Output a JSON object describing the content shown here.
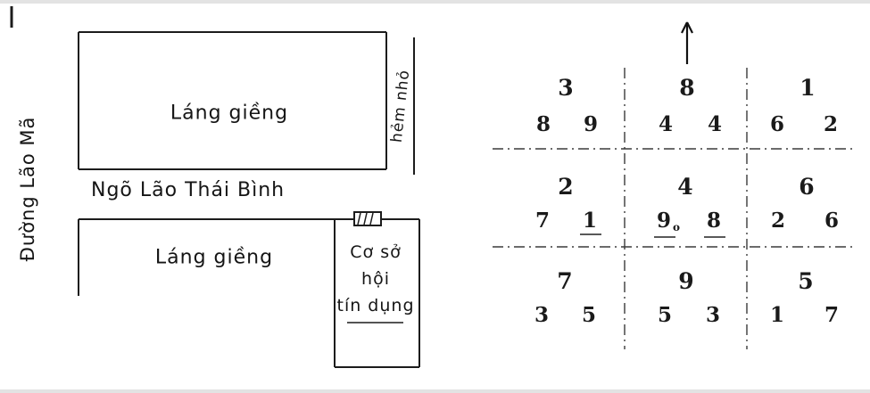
{
  "map": {
    "street_name": "Đường Lão Mã",
    "top_neighbor": "Láng giềng",
    "small_alley": "hẻm nhỏ",
    "main_alley": "Ngõ Lão Thái Bình",
    "bottom_neighbor": "Láng giềng",
    "credit_facility": {
      "line1": "Cơ sở",
      "line2": "hội",
      "line3": "tín dụng"
    }
  },
  "chart_data": {
    "type": "table",
    "title": "",
    "description": "3x3 flying-star grid, each cell: one main number above a pair of numbers, dash-dot dividers, north arrow above center column",
    "orientation_arrow": "up",
    "cells": [
      {
        "pos": "top-left",
        "main": "3",
        "left": "8",
        "right": "9"
      },
      {
        "pos": "top-center",
        "main": "8",
        "left": "4",
        "right": "4"
      },
      {
        "pos": "top-right",
        "main": "1",
        "left": "6",
        "right": "2"
      },
      {
        "pos": "middle-left",
        "main": "2",
        "left": "7",
        "right": "1"
      },
      {
        "pos": "middle-center",
        "main": "4",
        "left": "9",
        "right": "8",
        "mark": "o"
      },
      {
        "pos": "middle-right",
        "main": "6",
        "left": "2",
        "right": "6"
      },
      {
        "pos": "bottom-left",
        "main": "7",
        "left": "3",
        "right": "5"
      },
      {
        "pos": "bottom-center",
        "main": "9",
        "left": "5",
        "right": "3"
      },
      {
        "pos": "bottom-right",
        "main": "5",
        "left": "1",
        "right": "7"
      }
    ]
  }
}
